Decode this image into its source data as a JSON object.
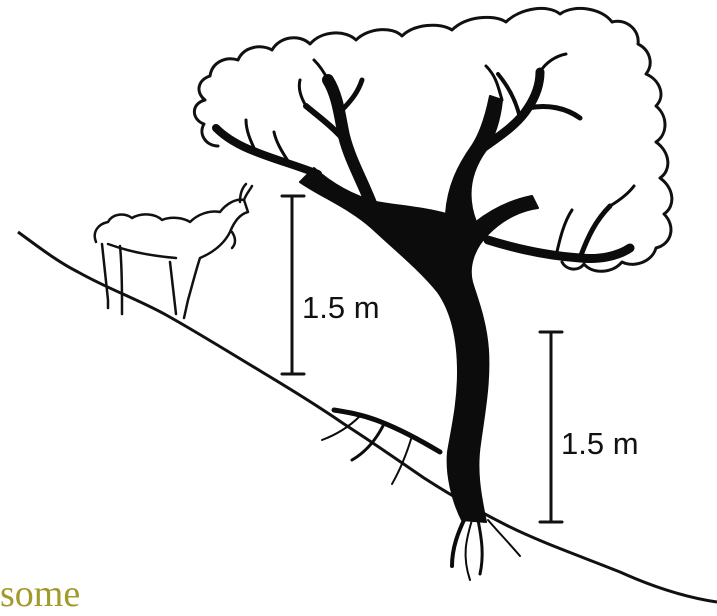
{
  "diagram": {
    "measurements": [
      {
        "label": "1.5 m",
        "icon": "height-bar-icon"
      },
      {
        "label": "1.5 m",
        "icon": "height-bar-icon"
      }
    ],
    "figures": [
      "goat-icon",
      "tree-icon",
      "hillside-slope-icon"
    ]
  },
  "caption": {
    "text": "some"
  }
}
